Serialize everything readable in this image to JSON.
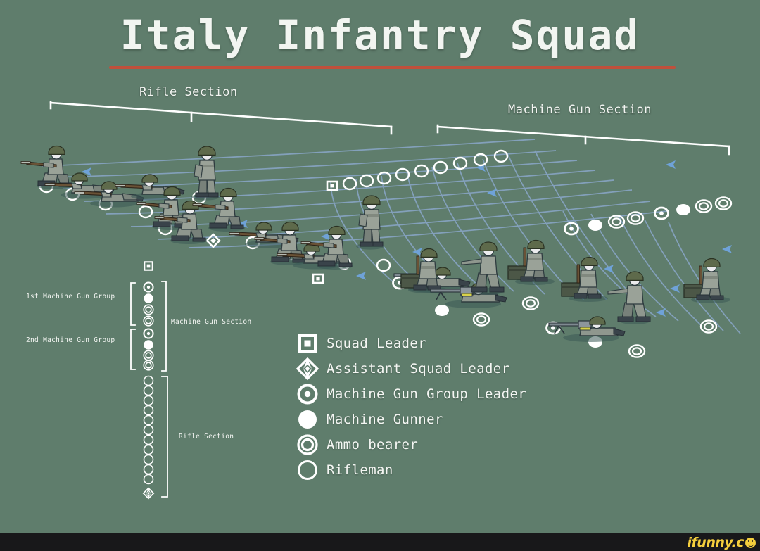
{
  "page": {
    "title": "Italy Infantry Squad",
    "background_color": "#5f7d6c",
    "rule_color": "#c0503c",
    "text_color": "#f4f6f3"
  },
  "scene_labels": {
    "rifle_section": "Rifle Section",
    "machine_gun_section": "Machine Gun Section"
  },
  "org_chart": {
    "mg_group_1": "1st Machine Gun Group",
    "mg_group_2": "2nd Machine Gun Group",
    "machine_gun_section": "Machine Gun Section",
    "rifle_section": "Rifle Section",
    "squad_leader_symbol": "squad-leader",
    "mg_group_members": [
      "mg-group-leader",
      "machine-gunner",
      "ammo-bearer",
      "ammo-bearer"
    ],
    "rifle_section_members": [
      "rifleman",
      "rifleman",
      "rifleman",
      "rifleman",
      "rifleman",
      "rifleman",
      "rifleman",
      "rifleman",
      "rifleman",
      "rifleman",
      "rifleman",
      "assistant-squad-leader"
    ]
  },
  "legend": {
    "items": [
      {
        "symbol": "squad-leader",
        "label": "Squad Leader"
      },
      {
        "symbol": "assistant-squad-leader",
        "label": "Assistant Squad Leader"
      },
      {
        "symbol": "mg-group-leader",
        "label": "Machine Gun Group Leader"
      },
      {
        "symbol": "machine-gunner",
        "label": "Machine Gunner"
      },
      {
        "symbol": "ammo-bearer",
        "label": "Ammo bearer"
      },
      {
        "symbol": "rifleman",
        "label": "Rifleman"
      }
    ]
  },
  "watermark": {
    "text": "ifunny.c",
    "accent_color": "#f5cf3d",
    "bar_color": "#18181a"
  },
  "scene": {
    "arc_color": "#8aa7c9",
    "arrow_color": "#6fa2d8",
    "marker_color": "#ffffff",
    "bracket_color": "#ffffff",
    "uniform_color": "#8b948c",
    "helmet_color": "#5f6b4c",
    "skin_color": "#e9e9ea",
    "note": "Illustrated Italian infantry squad deployed in a fan formation; rifle section on the left, machine gun section on the right."
  }
}
